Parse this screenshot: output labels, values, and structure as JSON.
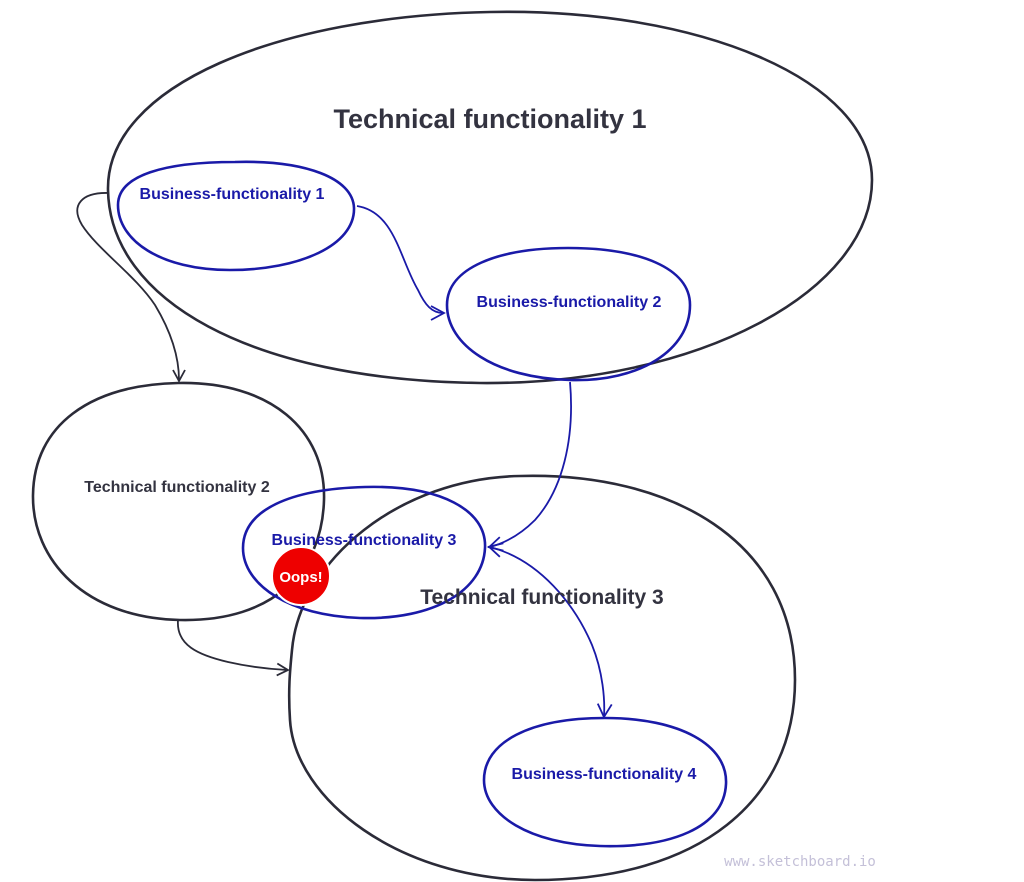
{
  "diagram": {
    "technical_functionalities": [
      {
        "id": "tf1",
        "label": "Technical functionality 1"
      },
      {
        "id": "tf2",
        "label": "Technical functionality 2"
      },
      {
        "id": "tf3",
        "label": "Technical functionality 3"
      }
    ],
    "business_functionalities": [
      {
        "id": "bf1",
        "label": "Business-functionality 1",
        "parent": "tf1"
      },
      {
        "id": "bf2",
        "label": "Business-functionality 2",
        "parent": "tf1"
      },
      {
        "id": "bf3",
        "label": "Business-functionality 3",
        "parent": "tf3"
      },
      {
        "id": "bf4",
        "label": "Business-functionality 4",
        "parent": "tf3"
      }
    ],
    "connections": [
      {
        "from": "bf1",
        "to": "bf2",
        "kind": "business"
      },
      {
        "from": "bf2",
        "to": "bf3",
        "kind": "business"
      },
      {
        "from": "bf3",
        "to": "bf4",
        "kind": "business",
        "bidirectional": true
      },
      {
        "from": "tf1",
        "to": "tf2",
        "kind": "technical"
      },
      {
        "from": "tf2",
        "to": "tf3",
        "kind": "technical"
      }
    ],
    "warning_badge": {
      "label": "Oops!",
      "color": "#ee0000"
    },
    "watermark": "www.sketchboard.io",
    "colors": {
      "technical": "#2b2b38",
      "business": "#1a1aa8"
    }
  }
}
